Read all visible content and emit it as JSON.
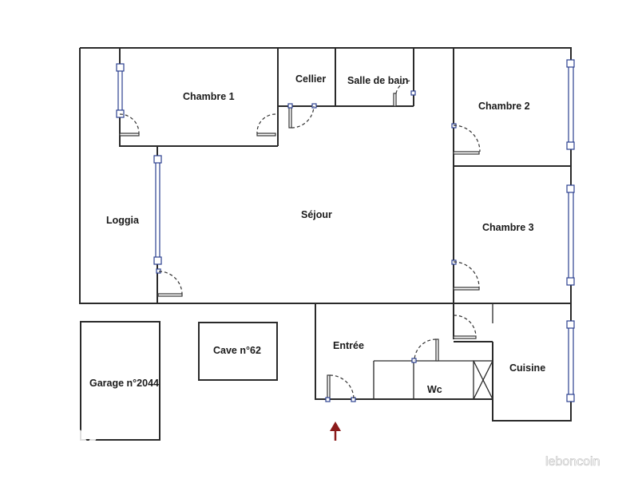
{
  "rooms": {
    "chambre1": "Chambre 1",
    "cellier": "Cellier",
    "salle_de_bain": "Salle de bain",
    "chambre2": "Chambre 2",
    "loggia": "Loggia",
    "sejour": "Séjour",
    "chambre3": "Chambre 3",
    "cave": "Cave n°62",
    "entree": "Entrée",
    "garage": "Garage n°2044",
    "cuisine": "Cuisine",
    "wc": "Wc"
  },
  "watermark": {
    "brand": "leboncoin"
  },
  "colors": {
    "wall": "#2a2a2a",
    "window": "#2b3f8f",
    "entrance_arrow": "#8b1a1a"
  },
  "icons": {
    "entrance": "arrow-up-icon"
  }
}
